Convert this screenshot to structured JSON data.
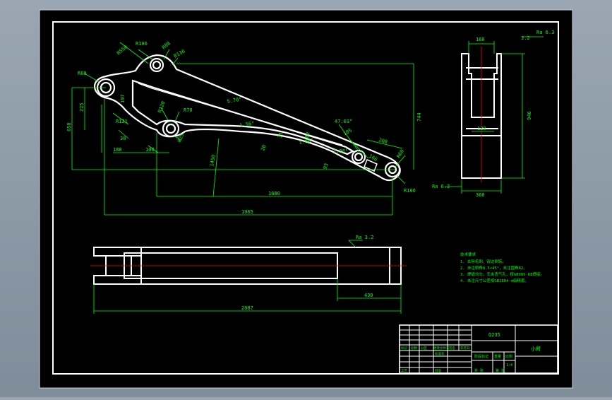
{
  "colors": {
    "background": "#8e9ba8",
    "sheet": "#000000",
    "outline": "#ffffff",
    "dimension": "#00ff00",
    "centerline": "#ff0000",
    "text": "#00ff00"
  },
  "labels": {
    "r68": "R68",
    "r106": "R106",
    "r88": "R88",
    "r550": "R550",
    "r136": "R136",
    "r121": "R121",
    "r120": "R120",
    "r70": "R70",
    "r25": "R25",
    "r88b": "R88",
    "r60": "R60",
    "r100": "R100",
    "r80": "R80",
    "d225": "225",
    "d650": "650",
    "d197": "197",
    "d30": "30",
    "d188": "188",
    "d100": "100",
    "ang570": "5.70°",
    "ang156": "1.56°",
    "ang188": "1.88°",
    "ang4703": "47.03°",
    "ang728": "7.28°",
    "d1450": "1450",
    "d1680": "1680",
    "d1965": "1965",
    "d744": "744",
    "d166": "166",
    "d200": "200",
    "d80": "80",
    "d20": "20",
    "d35": "35",
    "d93": "93",
    "d105": "105",
    "top160": "160",
    "mid120": "120",
    "right946": "946",
    "bot360": "360",
    "rough": "Ra 6.3",
    "rough_mark": "3.2",
    "rough_ra62": "Ra 6.2",
    "rough_ra3": "Ra 3.2",
    "d430": "430",
    "d2087": "2087",
    "notes_title": "技术要求",
    "note1": "1. 去除毛刺、锐边倒钝。",
    "note2": "2. 未注倒角0.5×45°，未注圆角R2。",
    "note3": "3. 焊缝均匀，无夹渣气孔，按GB985-88焊接。",
    "note4": "4. 未注尺寸公差按GB1804-m级精度。",
    "material": "Q235",
    "part_name": "小臂",
    "scale": "1:4",
    "tb_design": "标准化",
    "tb_stage": "阶段标记",
    "tb_weight": "重量",
    "tb_ratio": "比例",
    "tb_process": "工艺",
    "tb_approve": "批准",
    "tb_sheets": "共 张",
    "tb_sheet": "第 张",
    "tb_mark": "标记",
    "tb_count": "处数",
    "tb_zone": "分区",
    "tb_change": "更改文件号",
    "tb_sign": "签名",
    "tb_date": "年月日"
  }
}
